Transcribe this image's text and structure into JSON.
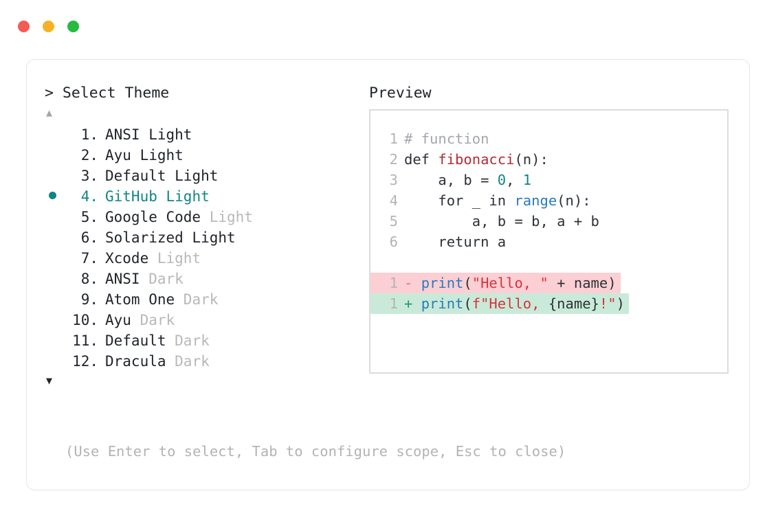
{
  "window": {
    "dots": [
      {
        "name": "close-dot",
        "color": "#f65a54"
      },
      {
        "name": "minimize-dot",
        "color": "#f5b324"
      },
      {
        "name": "maximize-dot",
        "color": "#26bb3d"
      }
    ]
  },
  "left": {
    "prompt": "> Select Theme",
    "scroll_up": "▲",
    "scroll_down": "▼",
    "selected_index": 4,
    "items": [
      {
        "num": "1.",
        "name": "ANSI",
        "variant": "Light",
        "variant_dim": false
      },
      {
        "num": "2.",
        "name": "Ayu",
        "variant": "Light",
        "variant_dim": false
      },
      {
        "num": "3.",
        "name": "Default",
        "variant": "Light",
        "variant_dim": false
      },
      {
        "num": "4.",
        "name": "GitHub",
        "variant": "Light",
        "variant_dim": false
      },
      {
        "num": "5.",
        "name": "Google Code",
        "variant": "Light",
        "variant_dim": true
      },
      {
        "num": "6.",
        "name": "Solarized",
        "variant": "Light",
        "variant_dim": false
      },
      {
        "num": "7.",
        "name": "Xcode",
        "variant": "Light",
        "variant_dim": true
      },
      {
        "num": "8.",
        "name": "ANSI",
        "variant": "Dark",
        "variant_dim": true
      },
      {
        "num": "9.",
        "name": "Atom One",
        "variant": "Dark",
        "variant_dim": true
      },
      {
        "num": "10.",
        "name": "Ayu",
        "variant": "Dark",
        "variant_dim": true
      },
      {
        "num": "11.",
        "name": "Default",
        "variant": "Dark",
        "variant_dim": true
      },
      {
        "num": "12.",
        "name": "Dracula",
        "variant": "Dark",
        "variant_dim": true
      }
    ],
    "help": "(Use Enter to select, Tab to configure scope, Esc to close)"
  },
  "right": {
    "label": "Preview",
    "code_lines": [
      {
        "gutter": "1",
        "tokens": [
          {
            "t": "# function",
            "c": "tk-comment"
          }
        ]
      },
      {
        "gutter": "2",
        "tokens": [
          {
            "t": "def ",
            "c": "tk-plain"
          },
          {
            "t": "fibonacci",
            "c": "tk-func"
          },
          {
            "t": "(n):",
            "c": "tk-plain"
          }
        ]
      },
      {
        "gutter": "3",
        "tokens": [
          {
            "t": "    a, b = ",
            "c": "tk-plain"
          },
          {
            "t": "0",
            "c": "tk-num"
          },
          {
            "t": ", ",
            "c": "tk-plain"
          },
          {
            "t": "1",
            "c": "tk-num"
          }
        ]
      },
      {
        "gutter": "4",
        "tokens": [
          {
            "t": "    for _ in ",
            "c": "tk-plain"
          },
          {
            "t": "range",
            "c": "tk-builtin"
          },
          {
            "t": "(n):",
            "c": "tk-plain"
          }
        ]
      },
      {
        "gutter": "5",
        "tokens": [
          {
            "t": "        a, b = b, a + b",
            "c": "tk-plain"
          }
        ]
      },
      {
        "gutter": "6",
        "tokens": [
          {
            "t": "    return a",
            "c": "tk-plain"
          }
        ]
      }
    ],
    "diff_lines": [
      {
        "kind": "del",
        "gutter": "1",
        "tokens": [
          {
            "t": "- ",
            "c": "tk-del"
          },
          {
            "t": "print",
            "c": "tk-builtin"
          },
          {
            "t": "(",
            "c": "tk-plain"
          },
          {
            "t": "\"Hello, \"",
            "c": "tk-string"
          },
          {
            "t": " + name)",
            "c": "tk-plain"
          }
        ]
      },
      {
        "kind": "add",
        "gutter": "1",
        "tokens": [
          {
            "t": "+ ",
            "c": "tk-add"
          },
          {
            "t": "print",
            "c": "tk-builtin"
          },
          {
            "t": "(",
            "c": "tk-plain"
          },
          {
            "t": "f\"Hello, ",
            "c": "tk-string"
          },
          {
            "t": "{name}",
            "c": "tk-plain"
          },
          {
            "t": "!\"",
            "c": "tk-string"
          },
          {
            "t": ")",
            "c": "tk-plain"
          }
        ]
      }
    ]
  },
  "colors": {
    "accent_teal": "#0f8585",
    "func_red": "#b62a35",
    "builtin_blue": "#2a7bbd",
    "string_red": "#d8323f",
    "comment_gray": "#a3a7ad",
    "diff_del_bg": "#fbcfd3",
    "diff_add_bg": "#c9ead8",
    "dim_gray": "#b8b8b8",
    "text": "#20242b"
  }
}
